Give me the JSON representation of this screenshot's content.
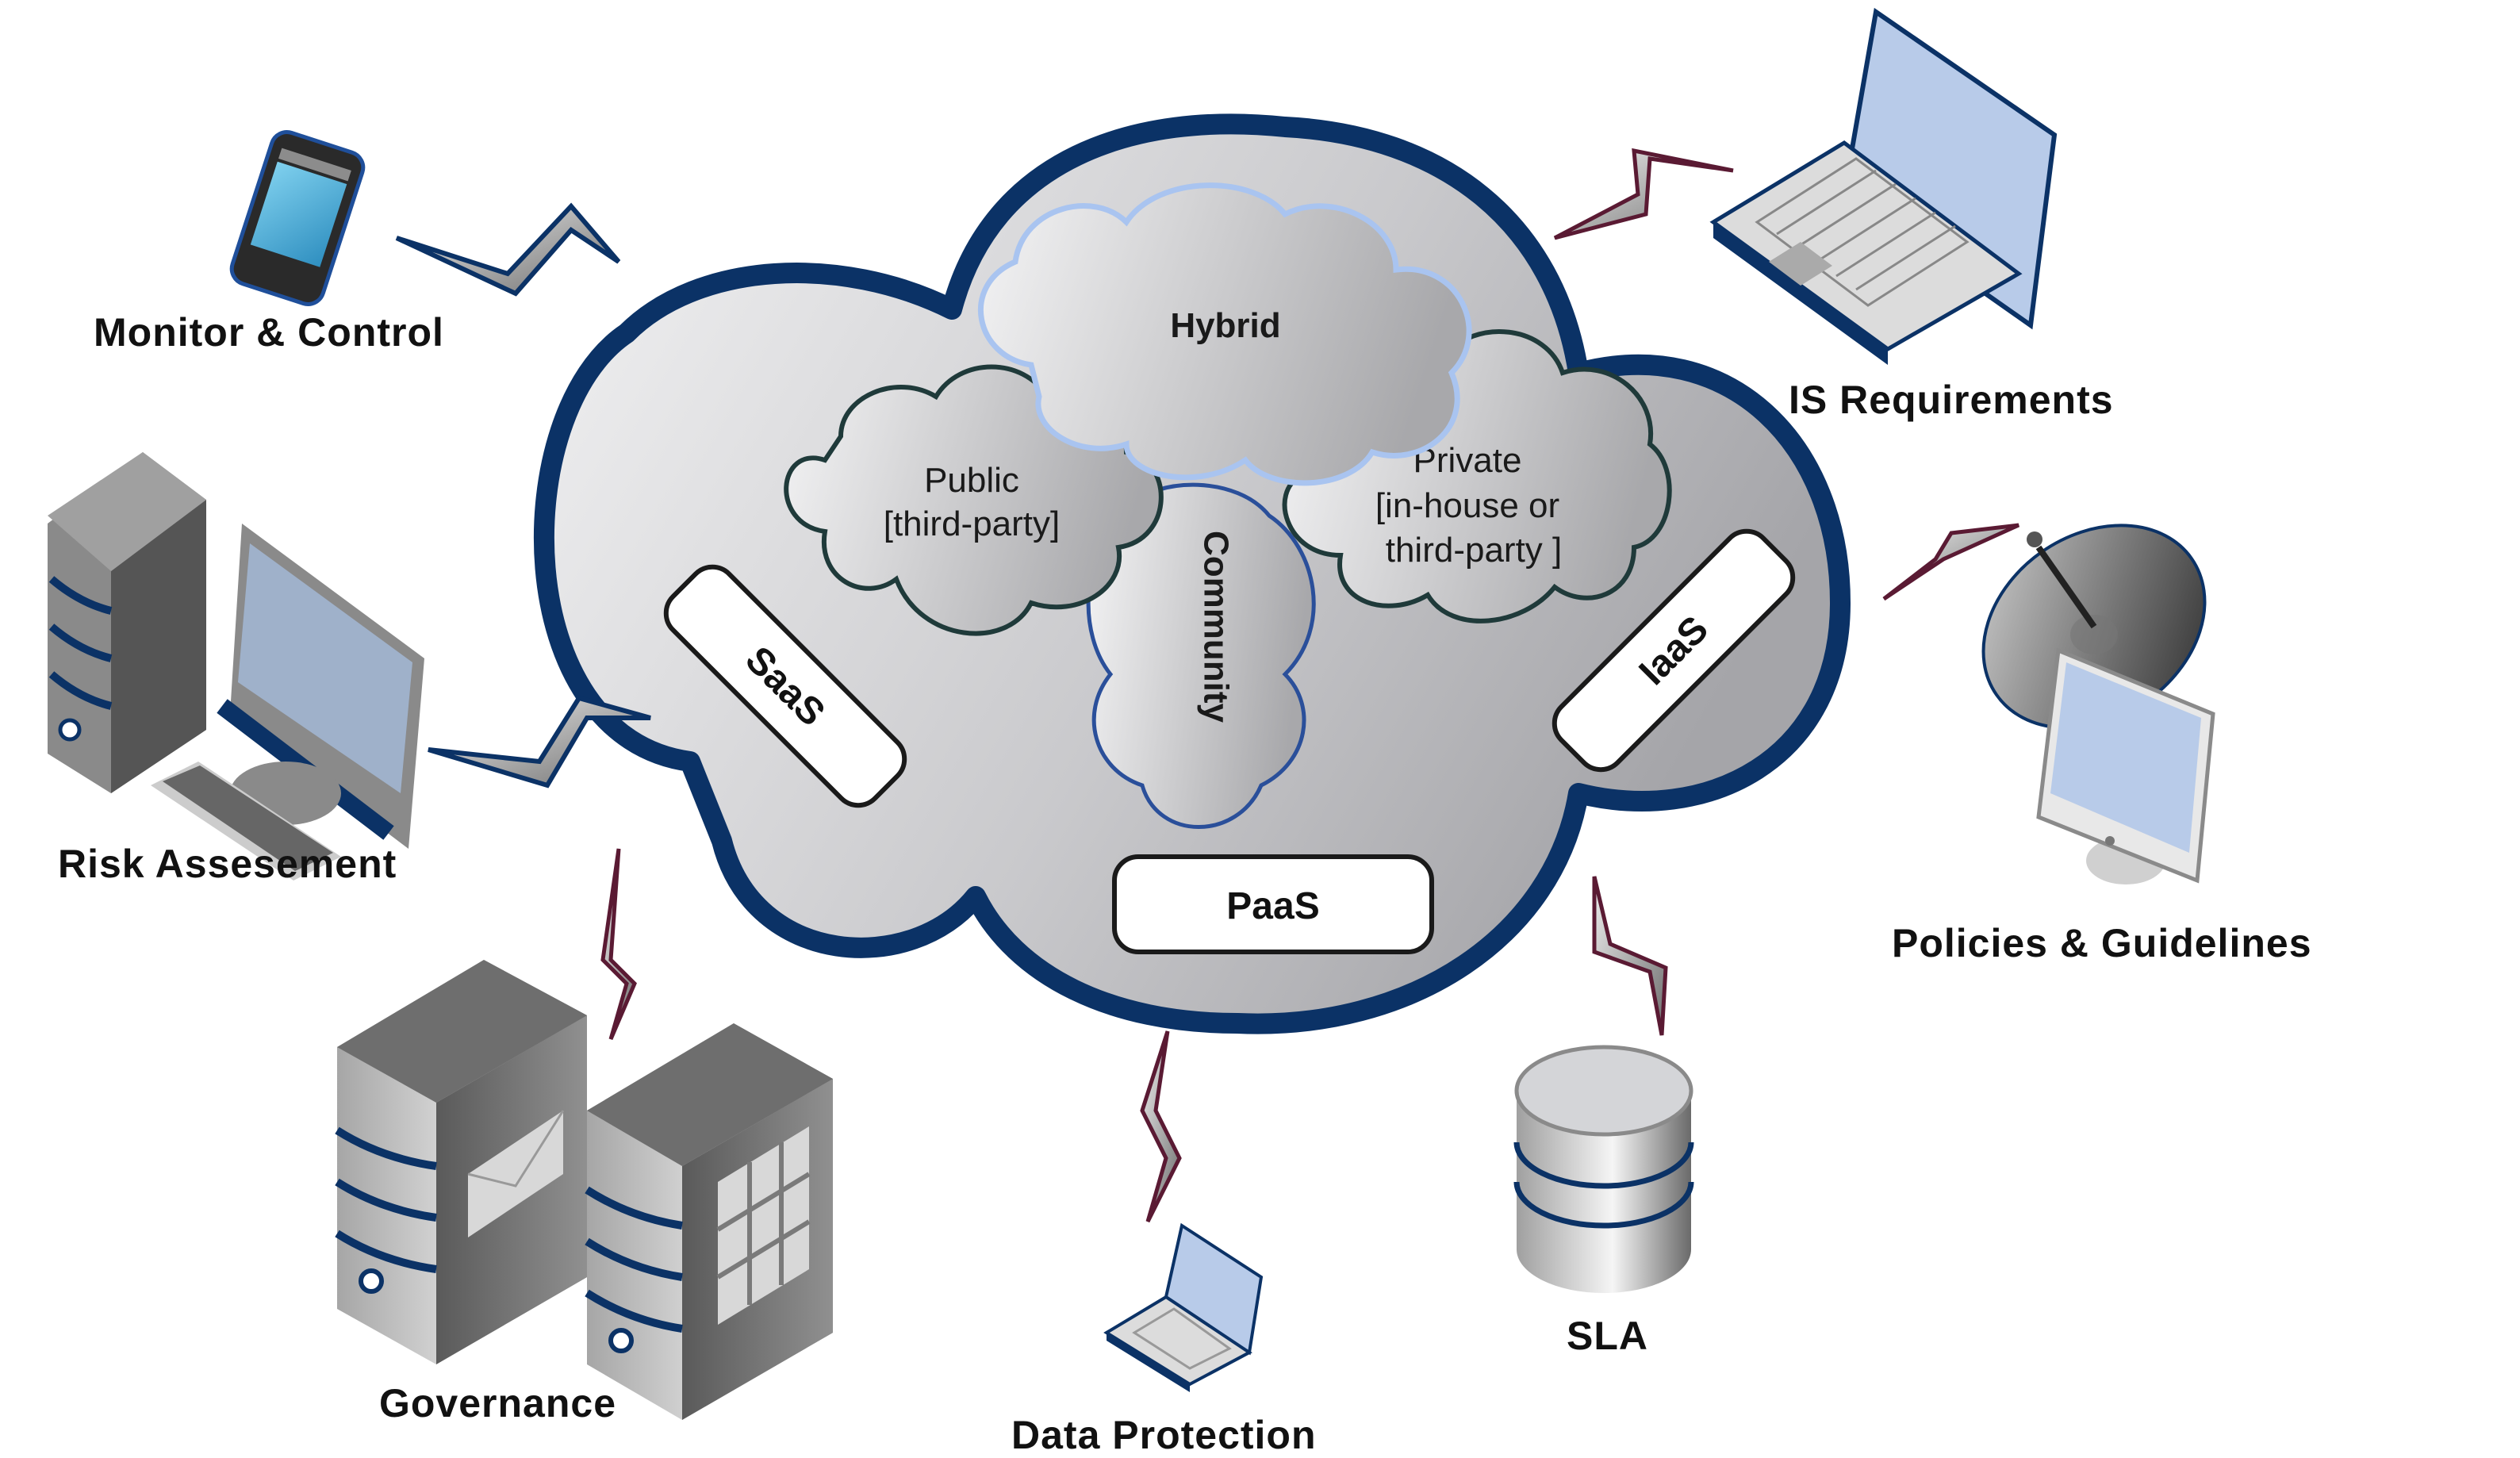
{
  "diagram": {
    "type": "cloud-computing-concept-map",
    "colors": {
      "cloud_outline": "#0b3266",
      "cloud_fill_light": "#f0f0f1",
      "cloud_fill_dark": "#a9a9ac",
      "hybrid_outline": "#a9c4f0",
      "inner_outline": "#1f3a3a",
      "community_outline": "#2a4f9a",
      "bolt_blue_outline": "#0b3266",
      "bolt_maroon_outline": "#5a1a33",
      "screen_blue": "#b8cbe9"
    },
    "cloud": {
      "deployment_models": {
        "hybrid": "Hybrid",
        "public_line1": "Public",
        "public_line2": "[third-party]",
        "community": "Community",
        "private_line1": "Private",
        "private_line2": "[in-house or",
        "private_line3": "third-party ]"
      },
      "service_models": {
        "saas": "SaaS",
        "paas": "PaaS",
        "iaas": "IaaS"
      }
    },
    "nodes": {
      "monitor_control": "Monitor & Control",
      "risk_assessment": "Risk Assesement",
      "governance": "Governance",
      "data_protection": "Data Protection",
      "sla": "SLA",
      "policies_guidelines": "Policies & Guidelines",
      "is_requirements": "IS Requirements"
    }
  }
}
